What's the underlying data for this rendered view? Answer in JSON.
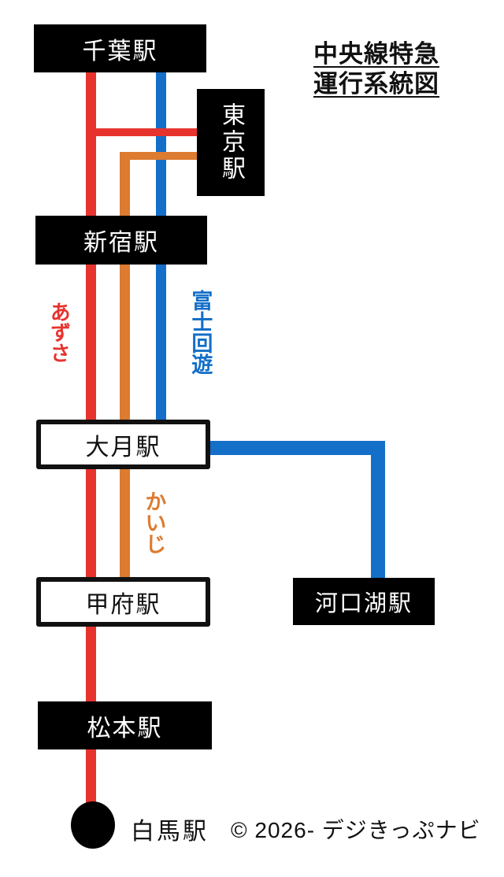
{
  "title": {
    "line1": "中央線特急",
    "line2": "運行系統図"
  },
  "lines": {
    "azusa": {
      "label": "あずさ",
      "color": "#e6332e"
    },
    "kaiji": {
      "label": "かいじ",
      "color": "#dd7b30"
    },
    "fuji_excursion": {
      "label": "富士回遊",
      "color": "#146fc8"
    }
  },
  "stations": {
    "chiba": {
      "name": "千葉駅"
    },
    "tokyo": {
      "name": "東京駅"
    },
    "shinjuku": {
      "name": "新宿駅"
    },
    "otsuki": {
      "name": "大月駅"
    },
    "kofu": {
      "name": "甲府駅"
    },
    "kawaguchiko": {
      "name": "河口湖駅"
    },
    "matsumoto": {
      "name": "松本駅"
    },
    "hakuba": {
      "name": "白馬駅"
    }
  },
  "copyright": "© 2026- デジきっぷナビ"
}
